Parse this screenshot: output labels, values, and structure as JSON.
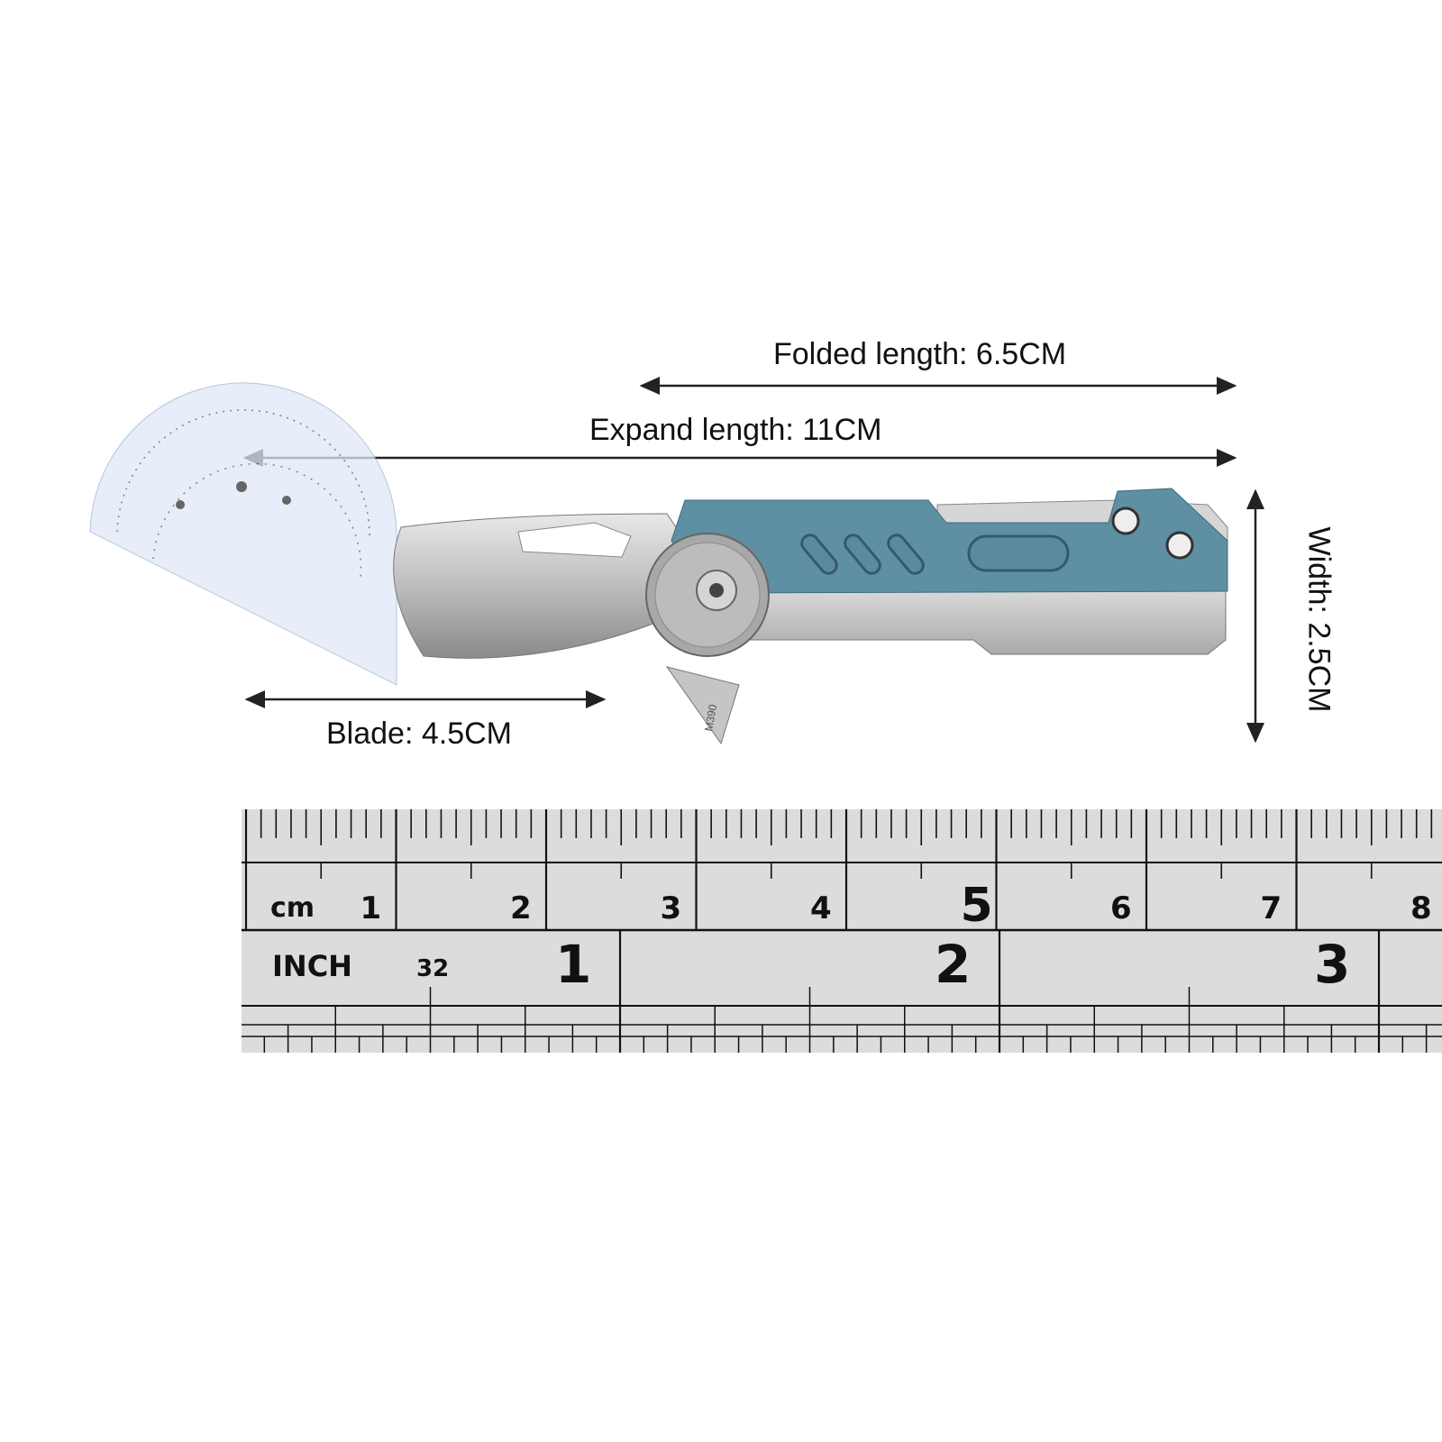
{
  "annotations": {
    "folded_length": "Folded length: 6.5CM",
    "expand_length": "Expand length: 11CM",
    "blade": "Blade: 4.5CM",
    "width": "Width: 2.5CM"
  },
  "knife": {
    "handle_color": "#5f8fa3",
    "steel_color": "#c9cacb",
    "blade_marking": "M390"
  },
  "ruler": {
    "cm_label": "cm",
    "cm_numbers": [
      "1",
      "2",
      "3",
      "4",
      "5",
      "6",
      "7",
      "8"
    ],
    "inch_label": "INCH",
    "inch_sub": "32",
    "inch_numbers": [
      "1",
      "2",
      "3"
    ]
  }
}
